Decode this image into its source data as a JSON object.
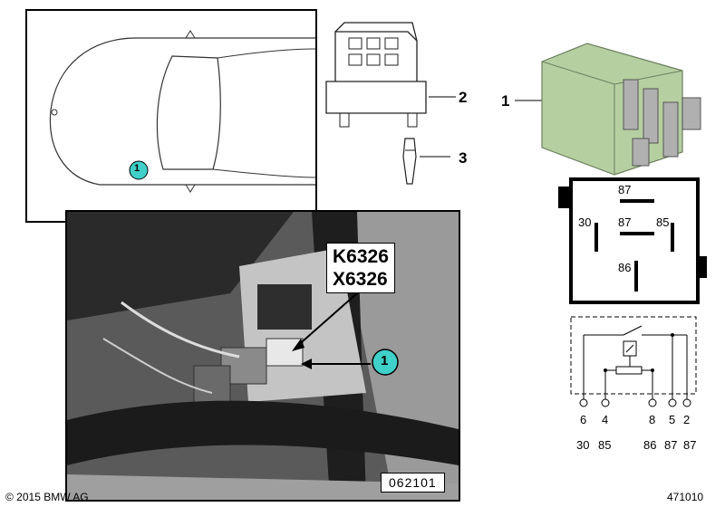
{
  "car_inset": {
    "marker": "1"
  },
  "parts": {
    "item1": "1",
    "item2": "2",
    "item3": "3"
  },
  "relay_diagram": {
    "pin_top": "87",
    "pin_center": "87",
    "pin_left": "30",
    "pin_right": "85",
    "pin_bottom": "86"
  },
  "schematic": {
    "pins": [
      "6",
      "4",
      "8",
      "5",
      "2"
    ],
    "terminals": [
      "30",
      "85",
      "86",
      "87",
      "87"
    ]
  },
  "photo": {
    "label_line1": "K6326",
    "label_line2": "X6326",
    "marker": "1",
    "code": "062101"
  },
  "footer": {
    "copyright": "© 2015 BMW AG",
    "diagram_number": "471010"
  },
  "colors": {
    "marker_fill": "#3fd0c9",
    "relay_body": "#b5cfa0"
  }
}
